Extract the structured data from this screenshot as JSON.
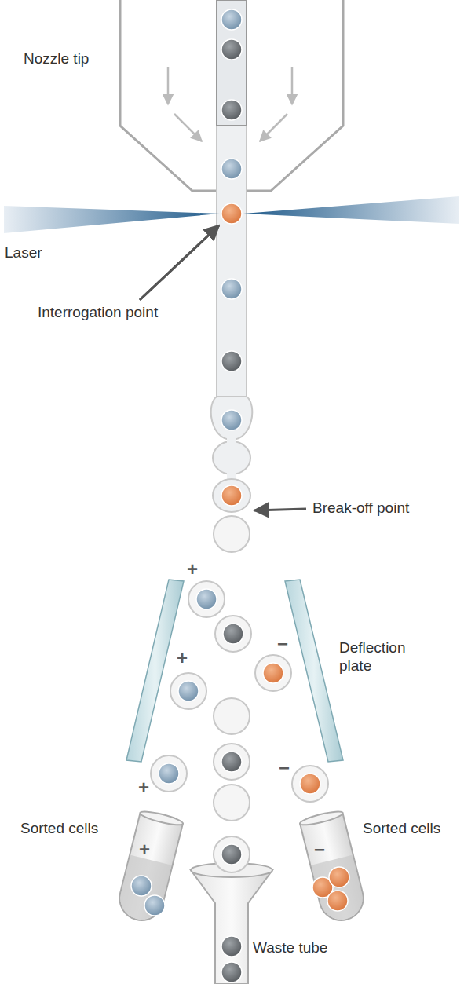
{
  "diagram": {
    "labels": [
      "Nozzle tip",
      "Laser",
      "Interrogation point",
      "Break-off point",
      "+",
      "Deflection plate",
      "+",
      "−",
      "+",
      "−",
      "Sorted cells",
      "+",
      "Sorted cells",
      "−",
      "Waste tube"
    ]
  }
}
